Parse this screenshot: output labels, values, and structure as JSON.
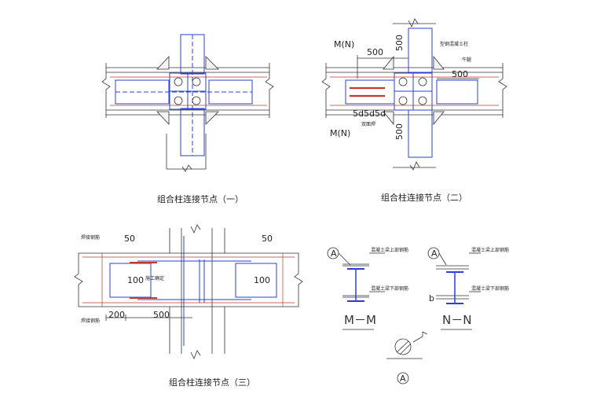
{
  "captions": {
    "node1": "组合柱连接节点（一）",
    "node2": "组合柱连接节点（二）",
    "node3": "组合柱连接节点（三）"
  },
  "node2": {
    "mn_top": "M(N)",
    "mn_bottom": "M(N)",
    "dim_500_horizontal": "500",
    "dim_500_vertical_top": "500",
    "dim_500_vertical_bottom": "500",
    "dim_500_right": "500",
    "dim_5d_1": "5d",
    "dim_5d_2": "5d",
    "dim_5d_3": "5d",
    "note_steel_column": "型钢混凝土柱",
    "note_rebar": "牛腿",
    "note_weld": "双面焊"
  },
  "node3": {
    "dim_50_left": "50",
    "dim_50_right": "50",
    "dim_100_left": "100",
    "dim_100_right": "100",
    "dim_200": "200",
    "dim_500": "500",
    "note_top_rebar": "焊接钢筋",
    "note_bottom_rebar": "焊接钢筋",
    "note_construction": "施工确定"
  },
  "sections": {
    "mm_label": "M－M",
    "nn_label": "N－N",
    "a_tag": "A",
    "a_detail_label": "A",
    "mm_top_note": "混凝土梁上部钢筋",
    "mm_bottom_note": "混凝土梁下部钢筋",
    "nn_top_note": "混凝土梁上部钢筋",
    "nn_bottom_note": "混凝土梁下部钢筋",
    "nn_b": "b"
  },
  "colors": {
    "line": "#333333",
    "steel": "#2b3fd6",
    "rebar": "#c0392b",
    "hatch": "#999999"
  }
}
